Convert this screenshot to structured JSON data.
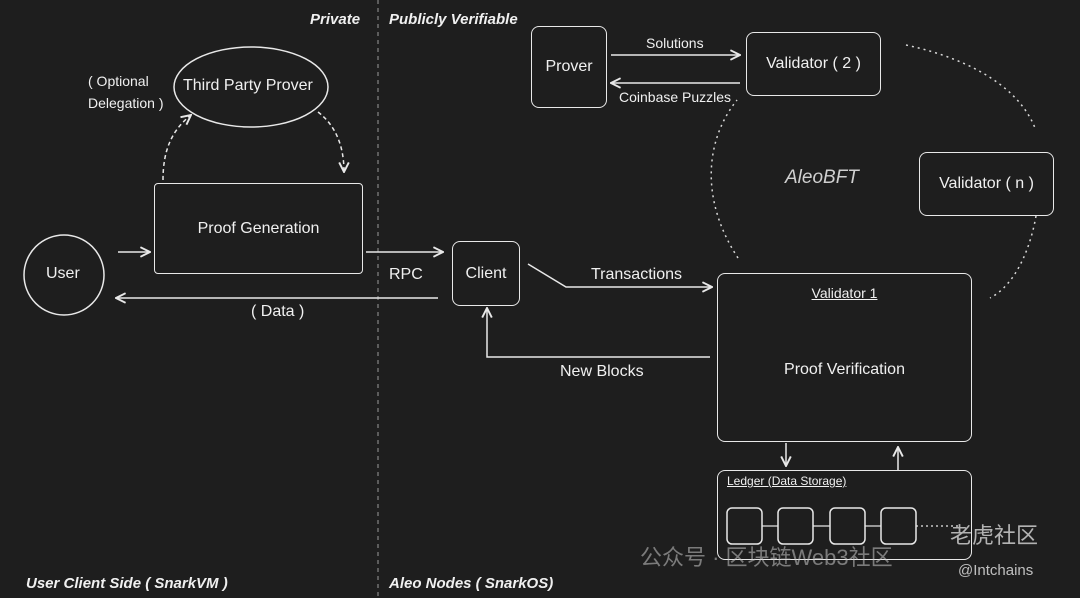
{
  "regions": {
    "private_label": "Private",
    "public_label": "Publicly Verifiable",
    "client_side_label": "User Client Side ( SnarkVM )",
    "nodes_label": "Aleo Nodes ( SnarkOS)"
  },
  "nodes": {
    "user": "User",
    "third_party_prover": "Third Party Prover",
    "optional_delegation_line1": "( Optional",
    "optional_delegation_line2": "Delegation )",
    "proof_generation": "Proof Generation",
    "client": "Client",
    "prover": "Prover",
    "validator_2": "Validator ( 2 )",
    "validator_n": "Validator ( n )",
    "validator_1": "Validator 1",
    "proof_verification": "Proof Verification",
    "ledger": "Ledger (Data Storage)",
    "aleobft": "AleoBFT"
  },
  "edges": {
    "rpc": "RPC",
    "data": "( Data )",
    "transactions": "Transactions",
    "new_blocks": "New Blocks",
    "solutions": "Solutions",
    "coinbase_puzzles": "Coinbase Puzzles"
  },
  "watermark": {
    "text": "公众号 · 区块链Web3社区",
    "handle": "@Intchains",
    "brand": "老虎社区"
  }
}
